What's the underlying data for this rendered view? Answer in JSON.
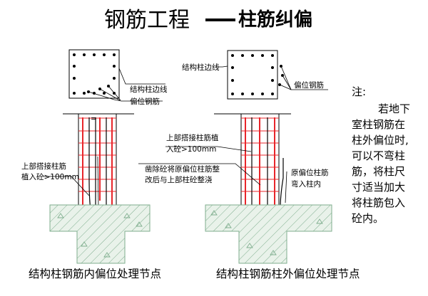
{
  "title": {
    "main": "钢筋工程",
    "dash": "—",
    "sub": "柱筋纠偏"
  },
  "left_diagram": {
    "label_edge": "结构柱边线",
    "label_offset_bar": "偏位钢筋",
    "label_upper": [
      "上部搭接柱筋",
      "植入砼>100mm"
    ],
    "caption": "结构柱钢筋内偏位处理节点"
  },
  "right_diagram": {
    "label_edge": "结构柱边线",
    "label_offset_bar": "偏位钢筋",
    "label_upper": [
      "上部搭接柱筋植",
      "入砼>100mm"
    ],
    "label_chisel": [
      "凿除砼将原偏位柱筋整",
      "改后与上部柱砼整浇"
    ],
    "label_original": [
      "原偏位柱筋",
      "弯入柱内"
    ],
    "caption": "结构柱钢筋柱外偏位处理节点"
  },
  "note": {
    "heading": "注:",
    "lines": [
      "若地下",
      "室柱钢筋在",
      "柱外偏位时,",
      "可以不弯柱",
      "筋，将柱尺",
      "寸适当加大",
      "将柱筋包入",
      "砼内。"
    ]
  },
  "colors": {
    "rebar": "#e8252a",
    "line": "#000000",
    "hatch": "#7fae8e",
    "slab_fill": "#e9f2ea"
  }
}
